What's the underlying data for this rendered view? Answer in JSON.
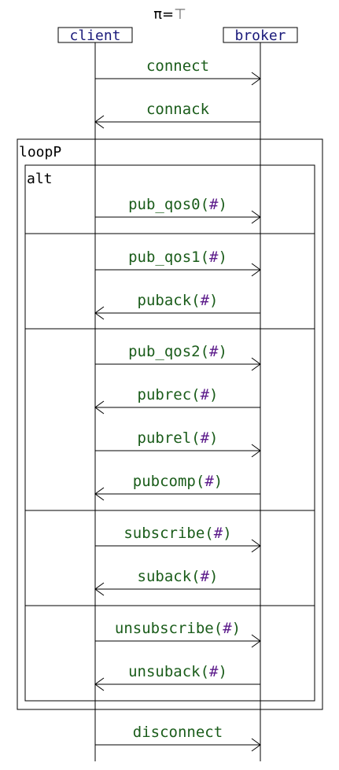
{
  "header": {
    "prefix": "π=",
    "value": "⊤"
  },
  "actors": {
    "client": "client",
    "broker": "broker"
  },
  "frames": {
    "loop_label": "loopP",
    "alt_label": "alt"
  },
  "messages": [
    {
      "name": "connect",
      "arg": "",
      "dir": "right"
    },
    {
      "name": "connack",
      "arg": "",
      "dir": "left"
    },
    {
      "name": "pub_qos0",
      "arg": "#",
      "dir": "right"
    },
    {
      "name": "pub_qos1",
      "arg": "#",
      "dir": "right"
    },
    {
      "name": "puback",
      "arg": "#",
      "dir": "left"
    },
    {
      "name": "pub_qos2",
      "arg": "#",
      "dir": "right"
    },
    {
      "name": "pubrec",
      "arg": "#",
      "dir": "left"
    },
    {
      "name": "pubrel",
      "arg": "#",
      "dir": "right"
    },
    {
      "name": "pubcomp",
      "arg": "#",
      "dir": "left"
    },
    {
      "name": "subscribe",
      "arg": "#",
      "dir": "right"
    },
    {
      "name": "suback",
      "arg": "#",
      "dir": "left"
    },
    {
      "name": "unsubscribe",
      "arg": "#",
      "dir": "right"
    },
    {
      "name": "unsuback",
      "arg": "#",
      "dir": "left"
    },
    {
      "name": "disconnect",
      "arg": "",
      "dir": "right"
    }
  ],
  "colors": {
    "message": "#1a5c1a",
    "argument": "#5b1a8a",
    "actor": "#1a1a7a",
    "value": "#666666",
    "line": "#000000"
  }
}
